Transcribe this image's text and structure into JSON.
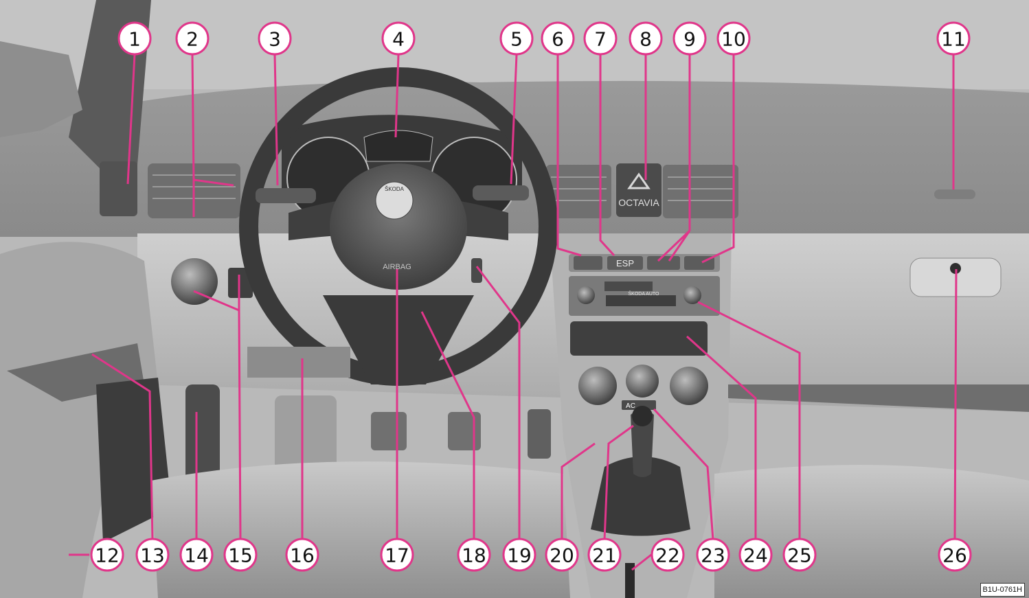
{
  "figure": {
    "code": "B1U-0761H",
    "accent_color": "#e0368a",
    "dash_labels": {
      "esp": "ESP",
      "model": "OCTAVIA",
      "airbag": "AIRBAG",
      "ac": "AC",
      "logo": "ŠKODA",
      "radio_brand": "ŠKODA AUTO"
    },
    "callouts": [
      {
        "id": 1,
        "label": "1"
      },
      {
        "id": 2,
        "label": "2"
      },
      {
        "id": 3,
        "label": "3"
      },
      {
        "id": 4,
        "label": "4"
      },
      {
        "id": 5,
        "label": "5"
      },
      {
        "id": 6,
        "label": "6"
      },
      {
        "id": 7,
        "label": "7"
      },
      {
        "id": 8,
        "label": "8"
      },
      {
        "id": 9,
        "label": "9"
      },
      {
        "id": 10,
        "label": "10"
      },
      {
        "id": 11,
        "label": "11"
      },
      {
        "id": 12,
        "label": "12"
      },
      {
        "id": 13,
        "label": "13"
      },
      {
        "id": 14,
        "label": "14"
      },
      {
        "id": 15,
        "label": "15"
      },
      {
        "id": 16,
        "label": "16"
      },
      {
        "id": 17,
        "label": "17"
      },
      {
        "id": 18,
        "label": "18"
      },
      {
        "id": 19,
        "label": "19"
      },
      {
        "id": 20,
        "label": "20"
      },
      {
        "id": 21,
        "label": "21"
      },
      {
        "id": 22,
        "label": "22"
      },
      {
        "id": 23,
        "label": "23"
      },
      {
        "id": 24,
        "label": "24"
      },
      {
        "id": 25,
        "label": "25"
      },
      {
        "id": 26,
        "label": "26"
      }
    ]
  }
}
